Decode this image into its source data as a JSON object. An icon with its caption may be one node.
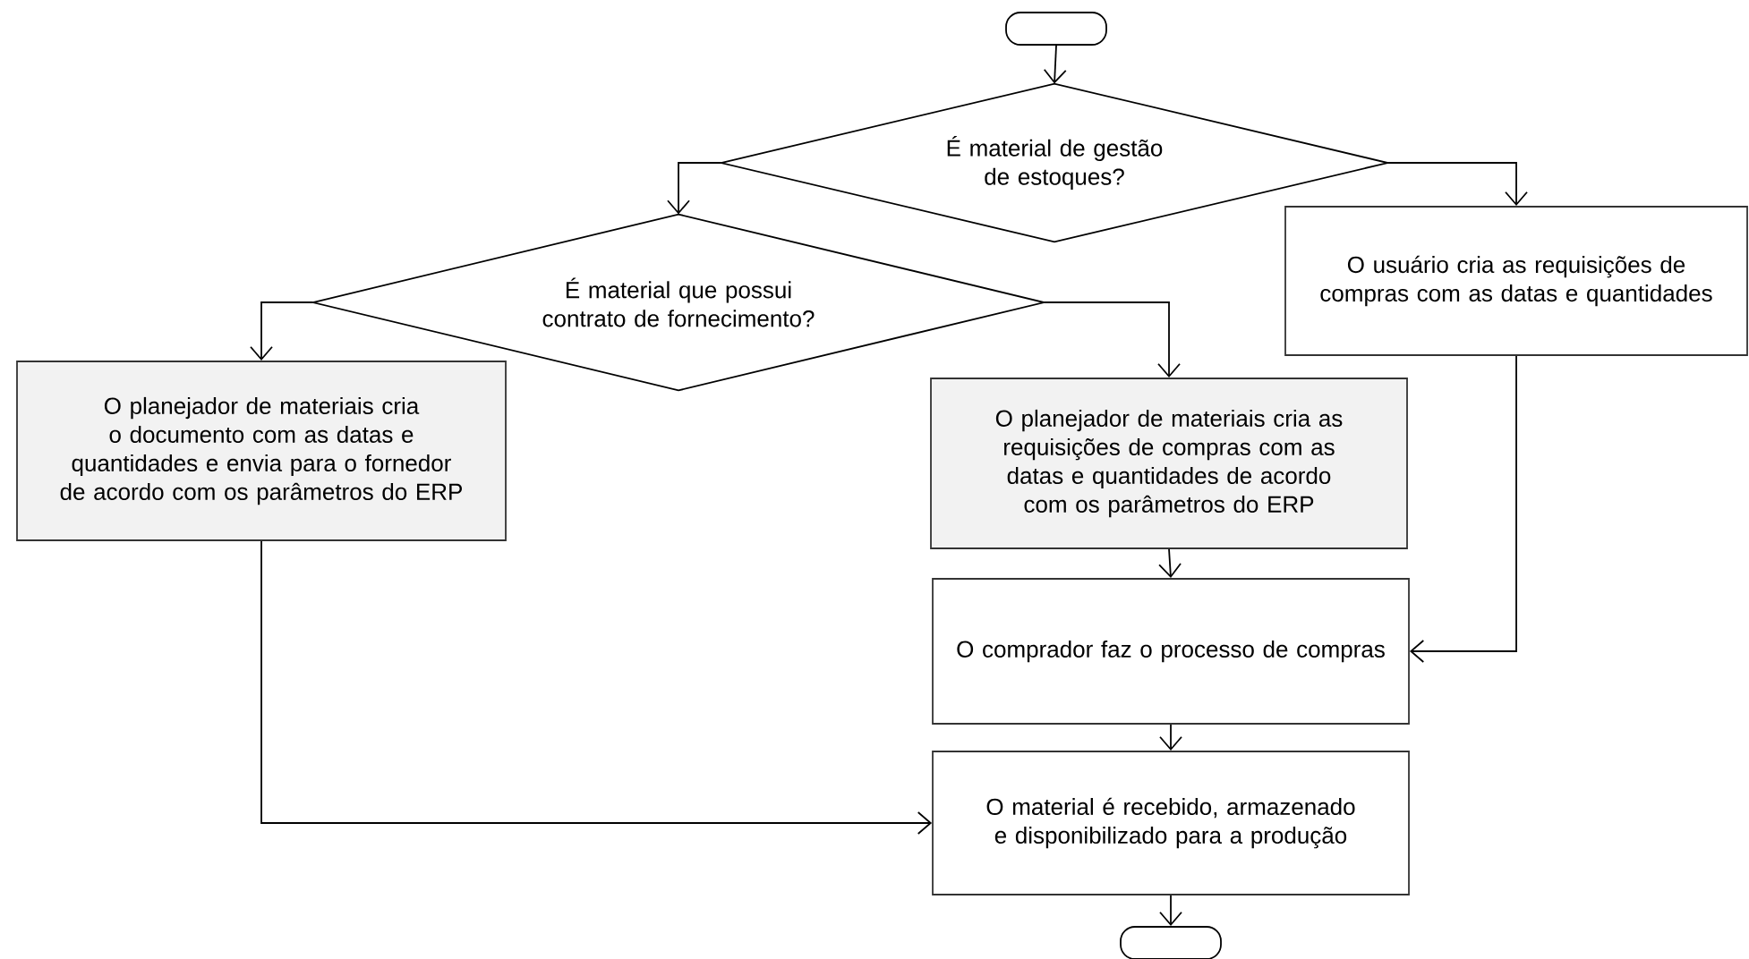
{
  "diagram": {
    "nodes": [
      {
        "text": [],
        "shape": "oval"
      },
      {
        "text": [
          "É material de gestão de estoques?"
        ]
      },
      {
        "text": [
          "É material que possui contrato de fornecimento?"
        ]
      },
      {
        "text": [
          "O usuário cria as requisições de compras com as datas e quantidades"
        ]
      },
      {
        "text": [
          "O planejador de materiais cria o documento com as datas e quantidades e envia para o fornedor de acordo com os parâmetros do ERP"
        ]
      },
      {
        "text": [
          "O planejador de materiais cria as requisições de compras com as datas e quantidades de acordo com os parâmetros do ERP"
        ]
      },
      {
        "text": [
          "O comprador faz o processo de compras"
        ]
      },
      {
        "text": [
          "O material é recebido, armazenado e disponibilizado para a produção"
        ]
      },
      {
        "text": [],
        "shape": "oval"
      }
    ],
    "edges": [
      {
        "from": 0,
        "to": 1,
        "arrow": "to"
      },
      {
        "from": 1,
        "to": 2,
        "arrow": "to"
      },
      {
        "from": 1,
        "to": 3,
        "arrow": "to"
      },
      {
        "from": 2,
        "to": 4,
        "arrow": "to"
      },
      {
        "from": 2,
        "to": 5,
        "arrow": "to"
      },
      {
        "from": 5,
        "to": 6,
        "arrow": "to"
      },
      {
        "from": 3,
        "to": 6,
        "arrow": "to"
      },
      {
        "from": 4,
        "to": 7,
        "arrow": "to"
      },
      {
        "from": 6,
        "to": 7,
        "arrow": "to"
      },
      {
        "from": 7,
        "to": 8,
        "arrow": "to"
      }
    ]
  }
}
